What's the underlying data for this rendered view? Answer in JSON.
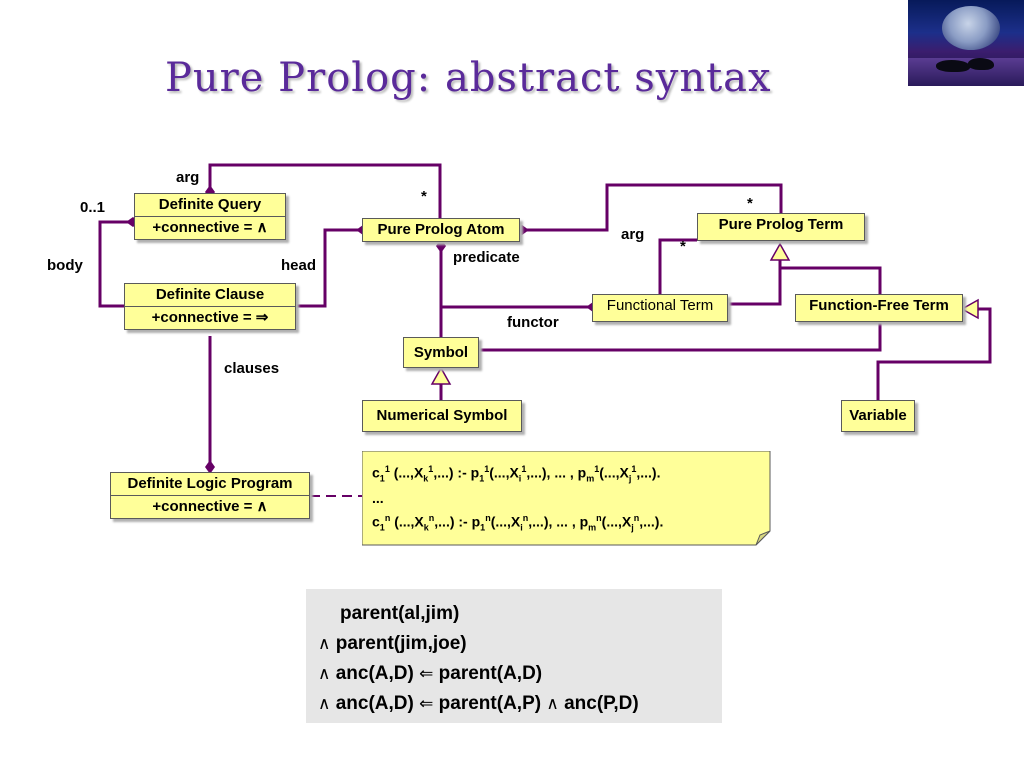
{
  "title": "Pure Prolog: abstract syntax",
  "thumbnail_icon": "night-sea-orca-picture",
  "colors": {
    "title": "#5a2a9a",
    "connector": "#660066",
    "box_fill": "#ffff99",
    "example_bg": "#e6e6e6"
  },
  "boxes": {
    "definite_query": {
      "name": "Definite Query",
      "attr": "+connective = ∧"
    },
    "definite_clause": {
      "name": "Definite  Clause",
      "attr": "+connective = ⇒"
    },
    "definite_logic_program": {
      "name": "Definite  Logic Program",
      "attr": "+connective = ∧"
    },
    "pure_prolog_atom": {
      "name": "Pure Prolog Atom"
    },
    "pure_prolog_term": {
      "name": "Pure Prolog Term"
    },
    "functional_term": {
      "name": "Functional Term"
    },
    "function_free_term": {
      "name": "Function-Free Term"
    },
    "symbol": {
      "name": "Symbol"
    },
    "numerical_symbol": {
      "name": "Numerical Symbol"
    },
    "variable": {
      "name": "Variable"
    }
  },
  "labels": {
    "arg_top": "arg",
    "mult_0_1": "0..1",
    "body": "body",
    "head": "head",
    "star_atom": "*",
    "predicate": "predicate",
    "arg_right": "arg",
    "star_term": "*",
    "star_functional": "*",
    "functor": "functor",
    "clauses": "clauses"
  },
  "note": {
    "line1": {
      "c": "c",
      "c_sup": "1",
      "c_sub": "1",
      "a": " (...,X",
      "a_sub": "k",
      "a_sup": "1",
      "b": ",...) :- p",
      "b_sub": "1",
      "b_sup": "1",
      "d": "(...,X",
      "d_sub": "i",
      "d_sup": "1",
      "e": ",...), ... , p",
      "e_sub": "m",
      "e_sup": "1",
      "f": "(...,X",
      "f_sub": "j",
      "f_sup": "1",
      "g": ",...)."
    },
    "line2": "...",
    "line3": {
      "c": "c",
      "c_sup": "n",
      "c_sub": "1",
      "a": " (...,X",
      "a_sub": "k",
      "a_sup": "n",
      "b": ",...) :- p",
      "b_sub": "1",
      "b_sup": "n",
      "d": "(...,X",
      "d_sub": "i",
      "d_sup": "n",
      "e": ",...), ... , p",
      "e_sub": "m",
      "e_sup": "n",
      "f": "(...,X",
      "f_sub": "j",
      "f_sup": "n",
      "g": ",...)."
    }
  },
  "example": {
    "line1": "parent(al,jim)",
    "and": "∧",
    "line2": "parent(jim,joe)",
    "line3_head": "anc(A,D)",
    "implied_by": "⇐",
    "line3_body": "parent(A,D)",
    "line4_head": "anc(A,D)",
    "line4_body_1": "parent(A,P)",
    "line4_body_2": "anc(P,D)"
  }
}
